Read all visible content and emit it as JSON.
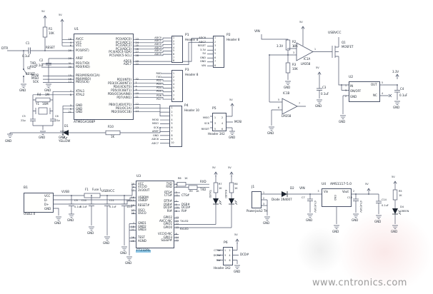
{
  "watermark": "www.cntronics.com",
  "nets": {
    "v5": "5V",
    "v33": "3.3V",
    "vin": "VIN",
    "gnd": "GND",
    "usbvcc": "USBVCC",
    "vusb": "VUSB",
    "dtr": "DTR",
    "reset": "RESET",
    "txd": "TXD",
    "rxd": "RXD",
    "mosi": "MOSI",
    "miso": "MISO",
    "sck": "SCK",
    "txled": "TXLED",
    "rxled": "RXLED",
    "cts": "CTS#",
    "dsr": "DSR#",
    "dcd": "DCD#",
    "ri": "RI#"
  },
  "mcu": {
    "ref": "U1",
    "part": "ATMEGA168P",
    "left": {
      "pwr": [
        "AVCC",
        "VCC",
        "VCC"
      ],
      "pwr_n": [
        "18",
        "4",
        "6"
      ],
      "rst": [
        "PC6(RST)"
      ],
      "rst_n": [
        "29"
      ],
      "aref": [
        "AREF"
      ],
      "aref_n": [
        "20"
      ],
      "uart": [
        "PD1(TXD)",
        "PD0(RXD)"
      ],
      "uart_n": [
        "31",
        "30"
      ],
      "spi": [
        "PB3(MOSI/OC2A)",
        "PB4(MISO)",
        "PB5(SCK)"
      ],
      "spi_n": [
        "15",
        "16",
        "17"
      ],
      "xtal": [
        "XTAL1",
        "XTAL2"
      ],
      "xtal_n": [
        "7",
        "8"
      ],
      "gnd": [
        "GND",
        "GND",
        "GND"
      ],
      "gnd_n": [
        "3",
        "5",
        "21"
      ]
    },
    "right": {
      "adc": [
        "PC0(ADC0)",
        "PC1(ADC1)",
        "PC2(ADC2)",
        "PC3(ADC3)",
        "PC4(ADC4-SDA)",
        "PC5(ADC5-SCL)"
      ],
      "adc_n": [
        "23",
        "24",
        "25",
        "26",
        "27",
        "28"
      ],
      "adc67": [
        "ADC6",
        "ADC7"
      ],
      "adc67_n": [
        "19",
        "22"
      ],
      "pd": [
        "PD2(INT0)",
        "PD3(OC2B/INT1)",
        "PD4(XCK/T0)",
        "PD5(OC0B/T1)",
        "PD6(OC0A/AIN0)",
        "PD7(AIN1)"
      ],
      "pd_n": [
        "32",
        "1",
        "2",
        "9",
        "10",
        "11"
      ],
      "pb": [
        "PB0(CLKO/ICP1)",
        "PB1(OC1A)",
        "PB2(SS/OC1B)"
      ],
      "pb_n": [
        "12",
        "13",
        "14"
      ]
    }
  },
  "headers": {
    "p1": {
      "ref": "P1",
      "type": "Header 8",
      "pins": [
        "1",
        "2",
        "3",
        "4",
        "5",
        "6",
        "7",
        "8"
      ],
      "nets": [
        "ADC0",
        "ADC1",
        "ADC2",
        "ADC3",
        "ADC4",
        "ADC5"
      ]
    },
    "p2": {
      "ref": "P2",
      "type": "Header 8",
      "pins": [
        "1",
        "2",
        "3",
        "4",
        "5",
        "6",
        "7",
        "8"
      ],
      "nets": [
        "ADC6",
        "ADC7",
        "RESET",
        "3.3V",
        "5V",
        "GND",
        "GND",
        "VIN"
      ]
    },
    "p3": {
      "ref": "P3",
      "type": "Header 8",
      "pins": [
        "1",
        "2",
        "3",
        "4",
        "5",
        "6",
        "7",
        "8"
      ],
      "nets": [
        "RXD",
        "TXD",
        "PD2",
        "PD3",
        "PD4",
        "PD5",
        "PD6",
        "PD7"
      ]
    },
    "p4": {
      "ref": "P4",
      "type": "Header 10",
      "pins": [
        "1",
        "2",
        "3",
        "4",
        "5",
        "6",
        "7",
        "8",
        "9",
        "10"
      ],
      "nets": [
        "MOSI",
        "MISO",
        "SCK",
        "AREF",
        "GND",
        "ADC6",
        "ADC7"
      ]
    },
    "p5": {
      "ref": "P5",
      "type": "Header 3X2",
      "pins_l": [
        "1",
        "3",
        "5"
      ],
      "pins_r": [
        "2",
        "4",
        "6"
      ],
      "nets_l": [
        "MISO",
        "SCK",
        "RESET"
      ]
    },
    "p6": {
      "ref": "P6",
      "type": "Header 3X2",
      "pins_l": [
        "1",
        "3",
        "5"
      ],
      "pins_r": [
        "2",
        "4",
        "6"
      ],
      "nets_l": [
        "CTS#",
        "DSR#",
        "RI#"
      ]
    }
  },
  "u3": {
    "ref": "U3",
    "part": "FT232RL",
    "left": {
      "pwr": [
        "VCC",
        "VCCIO",
        "3V3OUT"
      ],
      "pwr_n": [
        "20",
        "4",
        "17"
      ],
      "usb": [
        "USBDM",
        "USBDP"
      ],
      "usb_n": [
        "16",
        "15"
      ],
      "rst": [
        "RESET#"
      ],
      "rst_n": [
        "19"
      ],
      "osc": [
        "OSCI",
        "OSCO"
      ],
      "osc_n": [
        "27",
        "28"
      ],
      "gnd": [
        "GND1",
        "GND2",
        "GND3"
      ],
      "gnd_n": [
        "7",
        "18",
        "21"
      ],
      "tst": [
        "TEST",
        "AGND"
      ],
      "tst_n": [
        "26",
        "25"
      ]
    },
    "right": {
      "uart": [
        "TXD",
        "RXD"
      ],
      "uart_n": [
        "1",
        "5"
      ],
      "flow": [
        "RTS#",
        "CTS#"
      ],
      "flow_n": [
        "3",
        "11"
      ],
      "modem": [
        "DTR#",
        "DSR#",
        "DCD#",
        "RI#"
      ],
      "modem_n": [
        "2",
        "9",
        "10",
        "6"
      ],
      "cbus": [
        "GPIO2",
        "AVCC-NC",
        "GPIO1",
        "GPIO0"
      ],
      "cbus_n": [
        "13",
        "24",
        "22",
        "23"
      ],
      "misc": [
        "VCCIO-NC",
        "GPIO3",
        "SLEEP#"
      ],
      "misc_n": [
        "8",
        "14",
        "12"
      ]
    }
  },
  "usb": {
    "ref": "B1",
    "part": "USB2.0",
    "pins": [
      "VCC",
      "D-",
      "D+",
      "GND"
    ]
  },
  "fuse": {
    "ref": "F1",
    "val": "Fuse 1"
  },
  "r": {
    "r1": {
      "ref": "R1",
      "val": "10K"
    },
    "r2": {
      "ref": "R2",
      "val": "10K"
    },
    "r3": {
      "ref": "R3",
      "val": "10K"
    },
    "r4": {
      "ref": "R4",
      "val": "1M"
    },
    "r5": {
      "ref": "R5",
      "val": "1K"
    },
    "r6": {
      "ref": "R6",
      "val": "1K"
    },
    "r7": {
      "ref": "R7",
      "val": "1K"
    },
    "r8": {
      "ref": "R8",
      "val": "1K"
    },
    "r9": {
      "ref": "R9",
      "val": "1K"
    },
    "r10": {
      "ref": "R10",
      "val": "1K"
    }
  },
  "c": {
    "c1": {
      "ref": "C1",
      "val": "0.1uF"
    },
    "c2": {
      "ref": "C2",
      "val": "0.1uF"
    },
    "c3": {
      "ref": "C3",
      "val": "0.1uF"
    },
    "c4": {
      "ref": "C4",
      "val": "0.1uF"
    },
    "c5": {
      "ref": "C5",
      "val": "22p"
    },
    "c6": {
      "ref": "C6",
      "val": "22p"
    },
    "c7": {
      "ref": "C7",
      "val": "47uF/16V"
    },
    "c9": {
      "ref": "C9",
      "val": "0.1uF"
    },
    "c10": {
      "ref": "C10",
      "val": "0.1uF"
    },
    "c11": {
      "ref": "C11",
      "val": "0.1uF"
    },
    "c12": {
      "ref": "C12",
      "val": "10nF"
    },
    "c13": {
      "ref": "C13",
      "val": "47uF/16V"
    },
    "c14": {
      "ref": "C14",
      "val": "0.1uF"
    }
  },
  "s1": {
    "ref": "S1",
    "label": "RESET"
  },
  "y1": {
    "ref": "Y1",
    "val": "16M"
  },
  "d1": {
    "ref": "D1",
    "color": "YELLOW"
  },
  "d2": {
    "ref": "D2",
    "part": "Diode 1N4007"
  },
  "d4": {
    "ref": "D4",
    "color": "GREEN"
  },
  "q1": {
    "ref": "Q1",
    "part": "MOSFET"
  },
  "ic1a": {
    "ref": "IC1A",
    "part": "LM358",
    "n_inv": "2",
    "n_non": "3",
    "n_out": "1"
  },
  "ic1b": {
    "ref": "IC1B",
    "part": "LM358",
    "n5": "5",
    "n6": "6",
    "n7": "7"
  },
  "u2": {
    "ref": "U2",
    "left": [
      "IN",
      "ON/OFF",
      "GND"
    ],
    "left_n": [
      "1",
      "3",
      "2"
    ],
    "out": "OUT",
    "nc": "NC",
    "n_out": "5",
    "n_nc": "4"
  },
  "u4": {
    "ref": "U4",
    "part": "AMS1117-5.0",
    "vin": "Vin",
    "vout": "Vout",
    "gnd": "GND",
    "n_in": "3",
    "n_out": "2"
  },
  "j1": {
    "ref": "J1",
    "part": "Powerjack2 TH",
    "pins": [
      "1",
      "2",
      "3"
    ]
  }
}
